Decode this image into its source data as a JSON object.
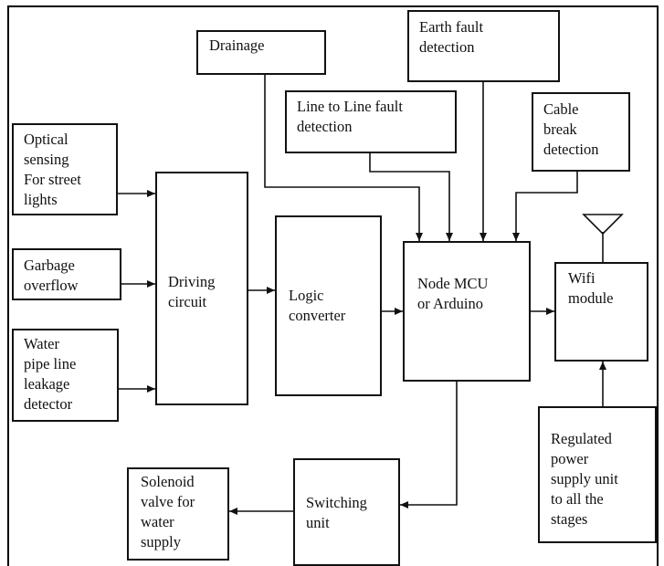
{
  "diagram": {
    "blocks": {
      "drainage": "Drainage",
      "earth_fault": "Earth fault\ndetection",
      "line_fault": "Line to Line fault\ndetection",
      "cable_break": "Cable\nbreak\ndetection",
      "optical": "Optical\nsensing\nFor street\nlights",
      "garbage": "Garbage\noverflow",
      "water_leak": "Water\npipe line\nleakage\ndetector",
      "driving": "Driving\ncircuit",
      "logic": "Logic\nconverter",
      "mcu": "Node MCU\nor Arduino",
      "wifi": "Wifi\nmodule",
      "power": "Regulated\npower\nsupply unit\nto all the\nstages",
      "switching": "Switching\nunit",
      "solenoid": "Solenoid\nvalve for\nwater\nsupply"
    },
    "colors": {
      "line": "#111111",
      "background": "#ffffff"
    },
    "icons": {
      "antenna": "antenna-icon"
    }
  }
}
